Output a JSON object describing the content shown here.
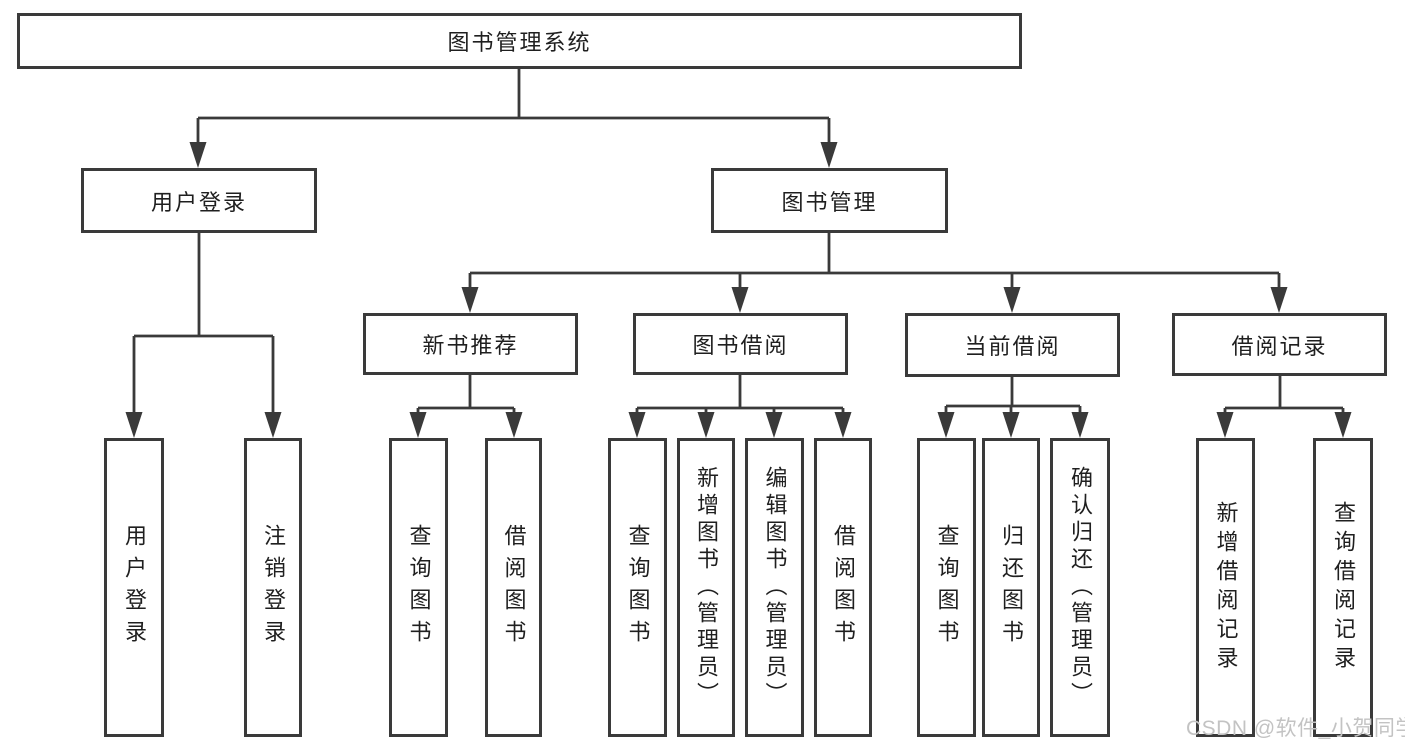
{
  "diagram": {
    "root": {
      "label": "图书管理系统"
    },
    "level2": [
      {
        "id": "login-group",
        "label": "用户登录"
      },
      {
        "id": "book-mgmt",
        "label": "图书管理"
      }
    ],
    "level3": [
      {
        "id": "new-book-recommend",
        "label": "新书推荐"
      },
      {
        "id": "book-borrow",
        "label": "图书借阅"
      },
      {
        "id": "current-borrow",
        "label": "当前借阅"
      },
      {
        "id": "borrow-records",
        "label": "借阅记录"
      }
    ],
    "leaves": [
      {
        "id": "user-login",
        "label": "用户登录"
      },
      {
        "id": "logout",
        "label": "注销登录"
      },
      {
        "id": "query-books-recommend",
        "label": "查询图书"
      },
      {
        "id": "borrow-books-recommend",
        "label": "借阅图书"
      },
      {
        "id": "query-books-borrow",
        "label": "查询图书"
      },
      {
        "id": "add-book-admin",
        "label": "新增图书（管理员）"
      },
      {
        "id": "edit-book-admin",
        "label": "编辑图书（管理员）"
      },
      {
        "id": "borrow-books-borrow",
        "label": "借阅图书"
      },
      {
        "id": "query-books-current",
        "label": "查询图书"
      },
      {
        "id": "return-book",
        "label": "归还图书"
      },
      {
        "id": "confirm-return-admin",
        "label": "确认归还（管理员）"
      },
      {
        "id": "add-borrow-record",
        "label": "新增借阅记录"
      },
      {
        "id": "query-borrow-record",
        "label": "查询借阅记录"
      }
    ]
  },
  "watermark": {
    "text": "CSDN @软件_小贺同学"
  },
  "colors": {
    "line": "#3a3a3a",
    "text": "#1f1f1f",
    "watermark": "#c3c3c3",
    "background": "#ffffff"
  }
}
